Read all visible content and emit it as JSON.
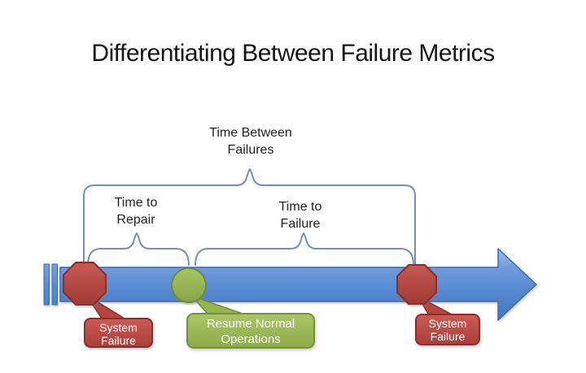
{
  "title": "Differentiating Between Failure Metrics",
  "diagram": {
    "metrics": {
      "time_between_failures": {
        "line1": "Time Between",
        "line2": "Failures"
      },
      "time_to_repair": {
        "line1": "Time to",
        "line2": "Repair"
      },
      "time_to_failure": {
        "line1": "Time to",
        "line2": "Failure"
      }
    },
    "events": {
      "first_failure": {
        "line1": "System",
        "line2": "Failure"
      },
      "recovery": {
        "line1": "Resume Normal",
        "line2": "Operations"
      },
      "second_failure": {
        "line1": "System",
        "line2": "Failure"
      }
    },
    "colors": {
      "timeline_blue": "#5b8ed6",
      "failure_red": "#c0504d",
      "recovery_green": "#9bbb59",
      "brace_blue": "#7390b6"
    }
  }
}
